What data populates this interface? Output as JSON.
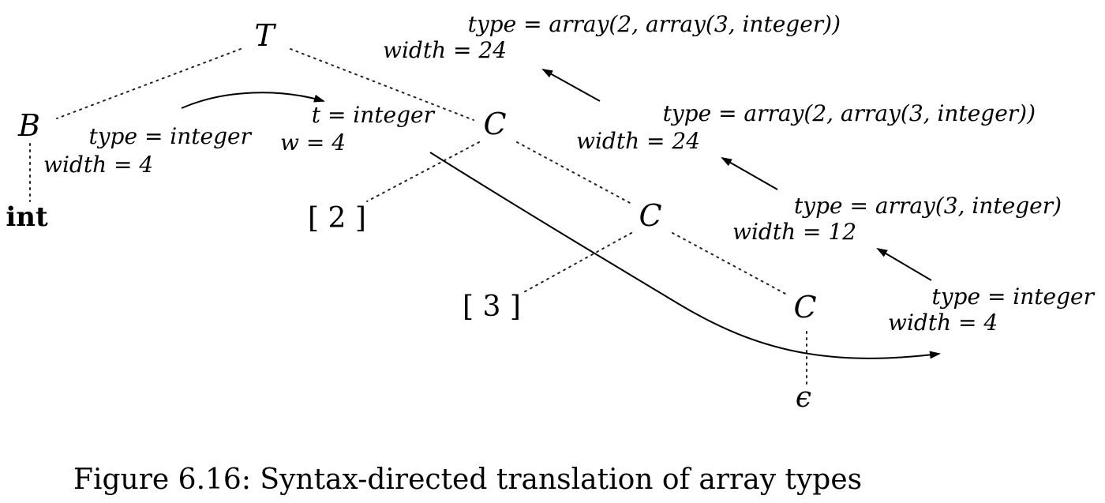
{
  "nodes": {
    "t": "T",
    "b": "B",
    "c1": "C",
    "c2": "C",
    "c3": "C",
    "int": "int",
    "num2": "[ 2 ]",
    "num3": "[ 3 ]",
    "eps": "ϵ"
  },
  "attrs": {
    "top": {
      "type": "type = array(2, array(3, integer))",
      "width": "width = 24"
    },
    "c1": {
      "type": "type = array(2, array(3, integer))",
      "width": "width = 24"
    },
    "c2": {
      "type": "type = array(3, integer)",
      "width": "width = 12"
    },
    "c3": {
      "type": "type = integer",
      "width": "width = 4"
    },
    "b": {
      "type": "type = integer",
      "width": "width = 4"
    },
    "inherited": {
      "t": "t = integer",
      "w": "w = 4"
    }
  },
  "caption": "Figure 6.16: Syntax-directed translation of array types"
}
